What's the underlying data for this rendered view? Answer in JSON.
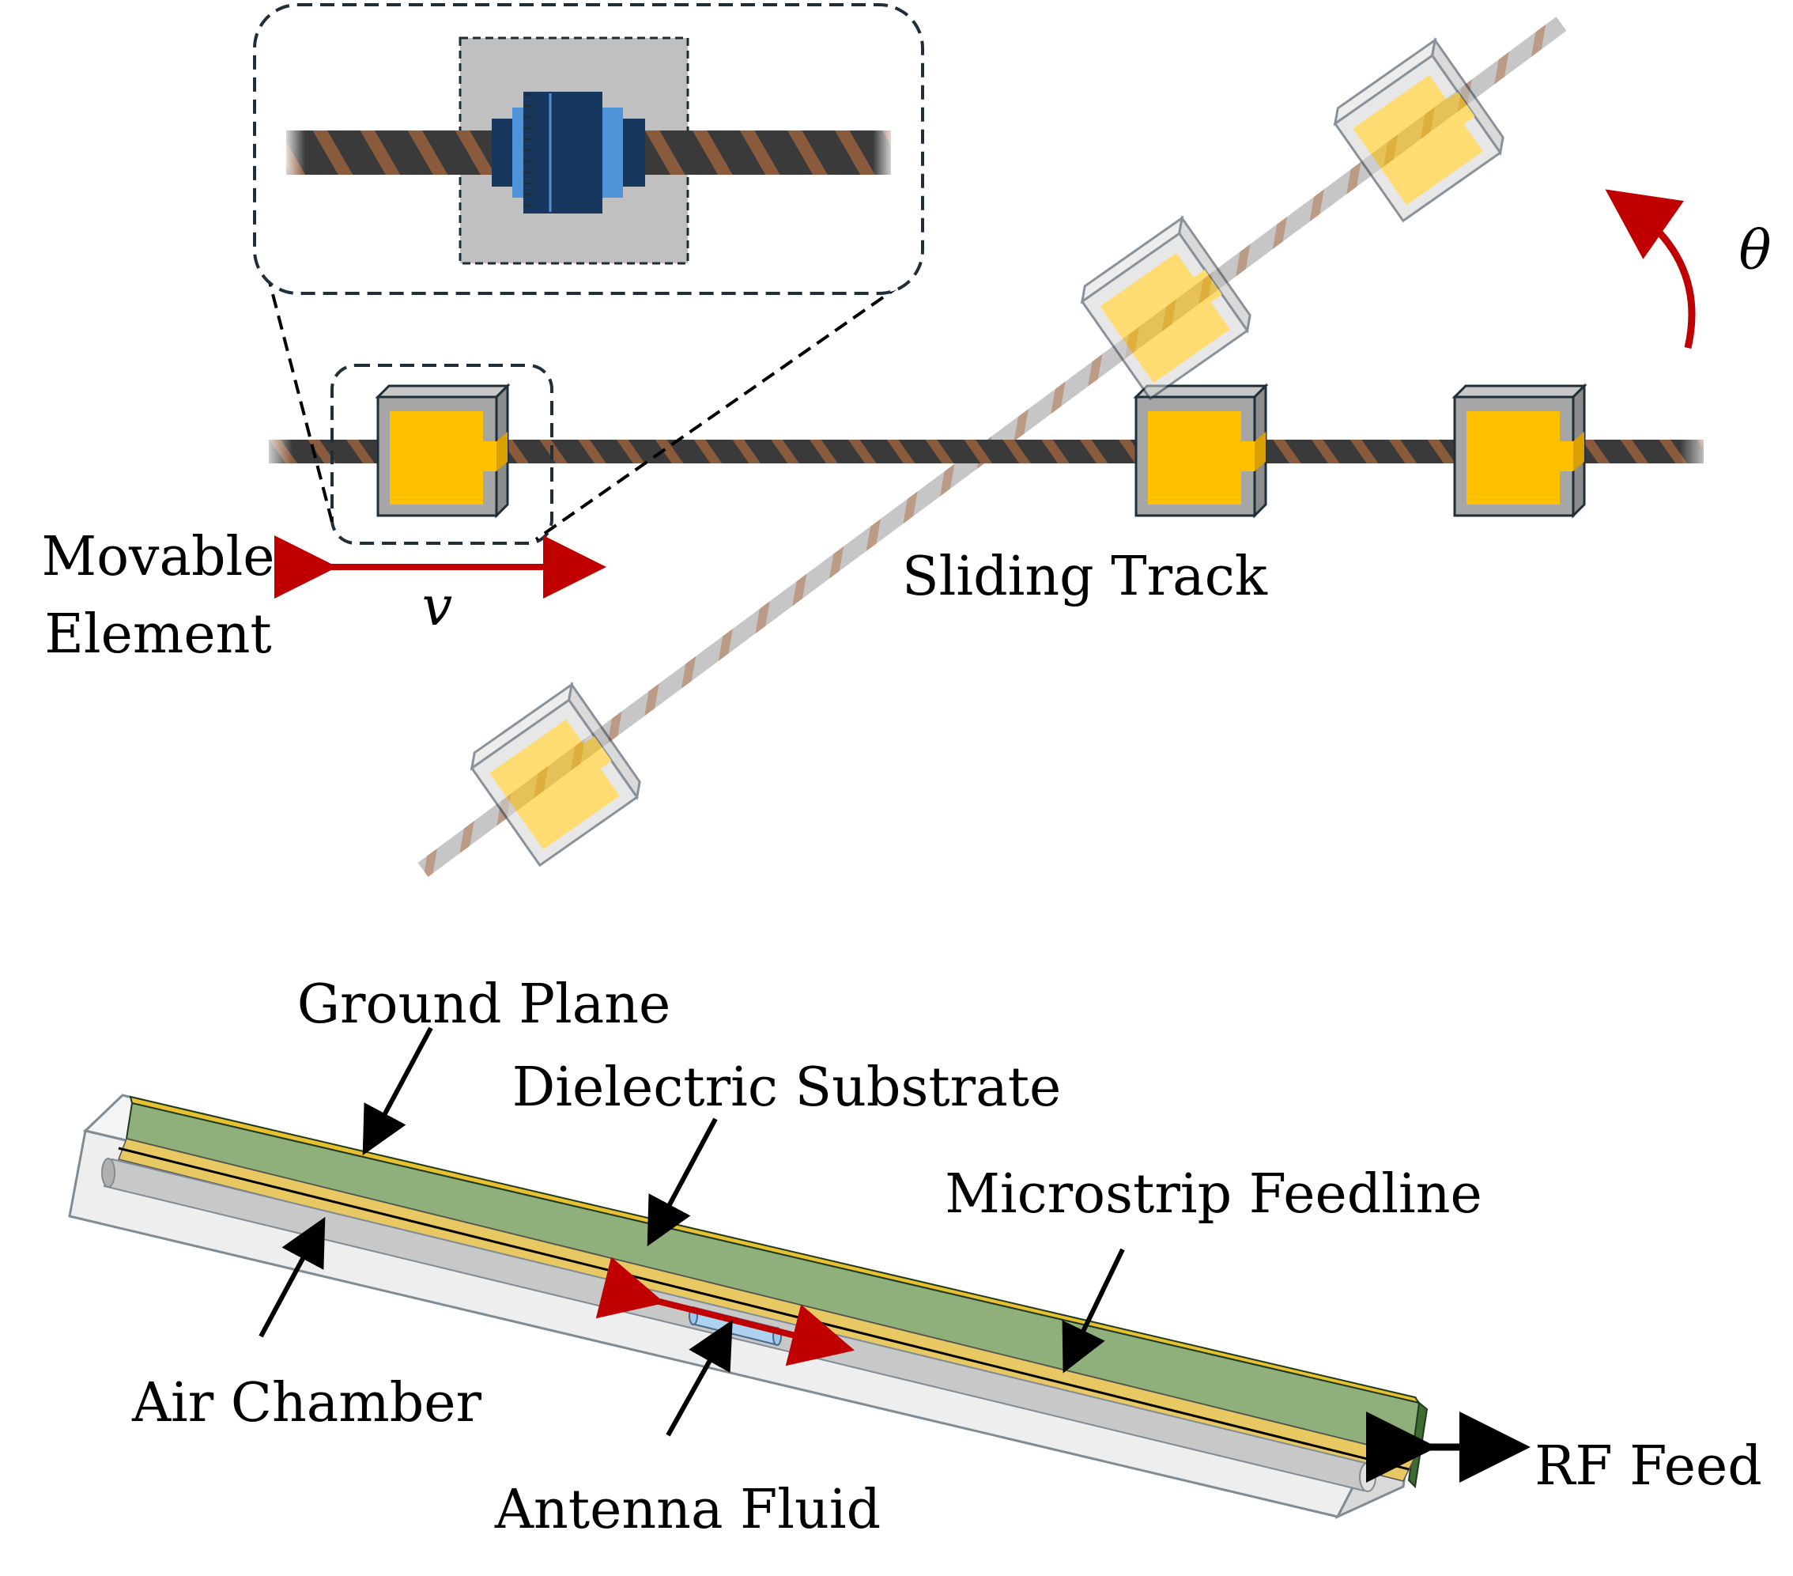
{
  "top_diagram": {
    "movable_element_label_line1": "Movable",
    "movable_element_label_line2": "Element",
    "velocity_symbol": "v",
    "sliding_track_label": "Sliding Track",
    "rotation_symbol": "θ"
  },
  "bottom_diagram": {
    "ground_plane_label": "Ground Plane",
    "dielectric_substrate_label": "Dielectric Substrate",
    "microstrip_feedline_label": "Microstrip Feedline",
    "air_chamber_label": "Air Chamber",
    "antenna_fluid_label": "Antenna Fluid",
    "rf_feed_label": "RF Feed"
  },
  "colors": {
    "track_dark": "#3a3a3a",
    "track_stripe": "#8a5a3c",
    "patch_yellow": "#ffc000",
    "element_gray": "#a6a6a6",
    "element_edge": "#1f2f3a",
    "arrow_red": "#c00000",
    "zoom_connector_dark_blue": "#17375e",
    "zoom_connector_light_blue": "#4f94d8",
    "zoom_background": "#c0c0c0",
    "substrate_green": "#8fb07a",
    "feedline_yellow": "#e8c862",
    "air_chamber_gray": "#c8c8c8",
    "fluid_blue": "#aed3f0"
  }
}
